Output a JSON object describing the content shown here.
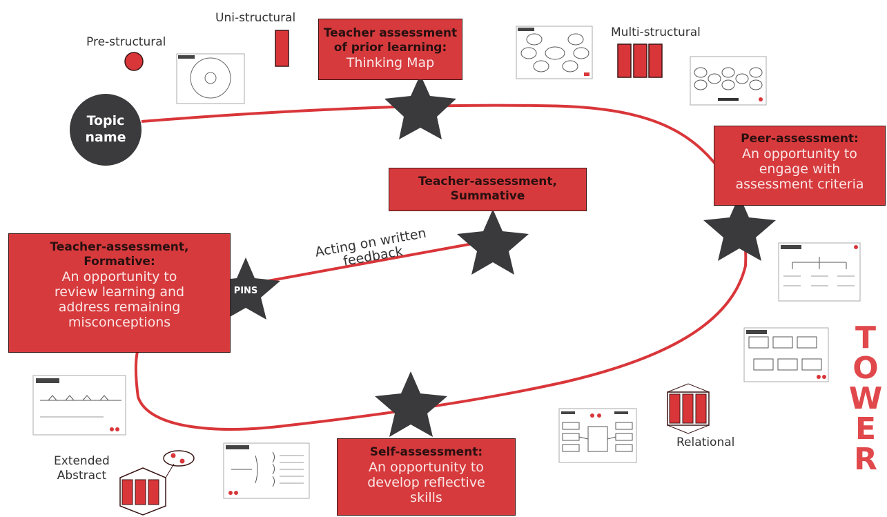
{
  "diagram": {
    "topic_label_line1": "Topic",
    "topic_label_line2": "name",
    "levels": {
      "pre_structural": "Pre-structural",
      "uni_structural": "Uni-structural",
      "multi_structural": "Multi-structural",
      "relational": "Relational",
      "extended_abstract_line1": "Extended",
      "extended_abstract_line2": "Abstract"
    },
    "boxes": {
      "prior": {
        "title_line1": "Teacher assessment",
        "title_line2": "of prior learning:",
        "desc": "Thinking Map"
      },
      "peer": {
        "title": "Peer-assessment:",
        "desc_line1": "An opportunity to",
        "desc_line2": "engage with",
        "desc_line3": "assessment criteria"
      },
      "summative": {
        "title_line1": "Teacher-assessment,",
        "title_line2": "Summative"
      },
      "formative": {
        "title_line1": "Teacher-assessment,",
        "title_line2": "Formative:",
        "desc_line1": "An opportunity to",
        "desc_line2": "review learning and",
        "desc_line3": "address remaining",
        "desc_line4": "misconceptions"
      },
      "self": {
        "title": "Self-assessment:",
        "desc_line1": "An opportunity to",
        "desc_line2": "develop reflective",
        "desc_line3": "skills"
      }
    },
    "pins_label": "PINS",
    "feedback_line1": "Acting on written",
    "feedback_line2": "feedback",
    "tower_letters": [
      "T",
      "O",
      "W",
      "E",
      "R"
    ],
    "colors": {
      "path": "#d9363a",
      "box": "#d63a3d",
      "star": "#3a3a3c",
      "topic": "#3b3b3d",
      "tower": "#e0484b"
    }
  }
}
